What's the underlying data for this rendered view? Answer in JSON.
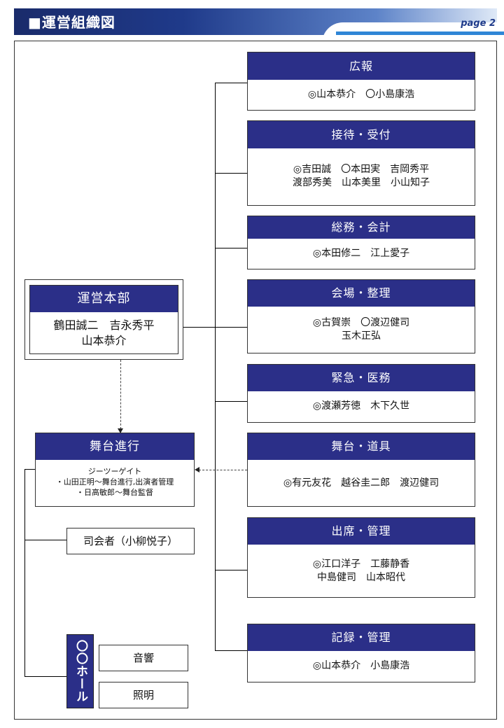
{
  "header": {
    "title": "■運営組織図",
    "page": "page  2"
  },
  "hq": {
    "title": "運営本部",
    "members": "鶴田誠二　吉永秀平\n山本恭介"
  },
  "stage": {
    "title": "舞台進行",
    "members": "ジーツーゲイト\n・山田正明～舞台進行,出演者管理\n・日高敏郎～舞台監督"
  },
  "mc": {
    "label": "司会者（小柳悦子）"
  },
  "hall": {
    "tag": "〇〇ホール",
    "items": [
      "音響",
      "照明"
    ]
  },
  "departments": [
    {
      "title": "広報",
      "members": "◎山本恭介　〇小島康浩"
    },
    {
      "title": "接待・受付",
      "members": "◎吉田誠　〇本田実　吉岡秀平\n渡部秀美　山本美里　小山知子"
    },
    {
      "title": "総務・会計",
      "members": "◎本田修二　江上愛子"
    },
    {
      "title": "会場・整理",
      "members": "◎古賀崇　〇渡辺健司\n玉木正弘"
    },
    {
      "title": "緊急・医務",
      "members": "◎渡瀬芳徳　木下久世"
    },
    {
      "title": "舞台・道具",
      "members": "◎有元友花　越谷圭二郎　渡辺健司"
    },
    {
      "title": "出席・管理",
      "members": "◎江口洋子　工藤静香\n中島健司　山本昭代"
    },
    {
      "title": "記録・管理",
      "members": "◎山本恭介　小島康浩"
    }
  ]
}
